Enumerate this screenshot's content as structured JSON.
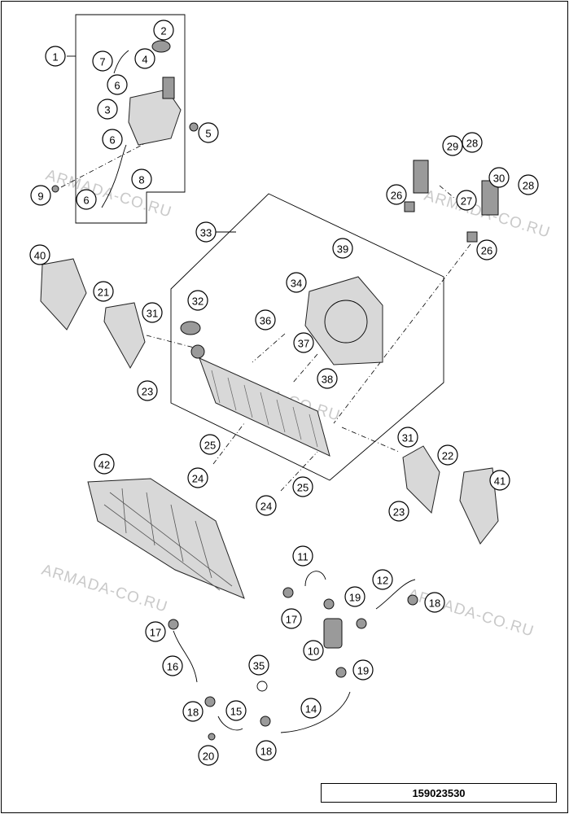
{
  "watermark_text": "ARMADA-CO.RU",
  "drawing_number": "159023530",
  "callouts": [
    {
      "label": "1"
    },
    {
      "label": "2"
    },
    {
      "label": "4"
    },
    {
      "label": "7"
    },
    {
      "label": "6"
    },
    {
      "label": "3"
    },
    {
      "label": "5"
    },
    {
      "label": "6"
    },
    {
      "label": "8"
    },
    {
      "label": "9"
    },
    {
      "label": "6"
    },
    {
      "label": "29"
    },
    {
      "label": "28"
    },
    {
      "label": "30"
    },
    {
      "label": "28"
    },
    {
      "label": "26"
    },
    {
      "label": "27"
    },
    {
      "label": "26"
    },
    {
      "label": "33"
    },
    {
      "label": "39"
    },
    {
      "label": "34"
    },
    {
      "label": "36"
    },
    {
      "label": "37"
    },
    {
      "label": "38"
    },
    {
      "label": "32"
    },
    {
      "label": "40"
    },
    {
      "label": "21"
    },
    {
      "label": "31"
    },
    {
      "label": "23"
    },
    {
      "label": "25"
    },
    {
      "label": "24"
    },
    {
      "label": "24"
    },
    {
      "label": "25"
    },
    {
      "label": "31"
    },
    {
      "label": "22"
    },
    {
      "label": "41"
    },
    {
      "label": "23"
    },
    {
      "label": "42"
    },
    {
      "label": "11"
    },
    {
      "label": "17"
    },
    {
      "label": "19"
    },
    {
      "label": "12"
    },
    {
      "label": "18"
    },
    {
      "label": "10"
    },
    {
      "label": "19"
    },
    {
      "label": "17"
    },
    {
      "label": "16"
    },
    {
      "label": "35"
    },
    {
      "label": "14"
    },
    {
      "label": "18"
    },
    {
      "label": "15"
    },
    {
      "label": "18"
    },
    {
      "label": "20"
    }
  ]
}
